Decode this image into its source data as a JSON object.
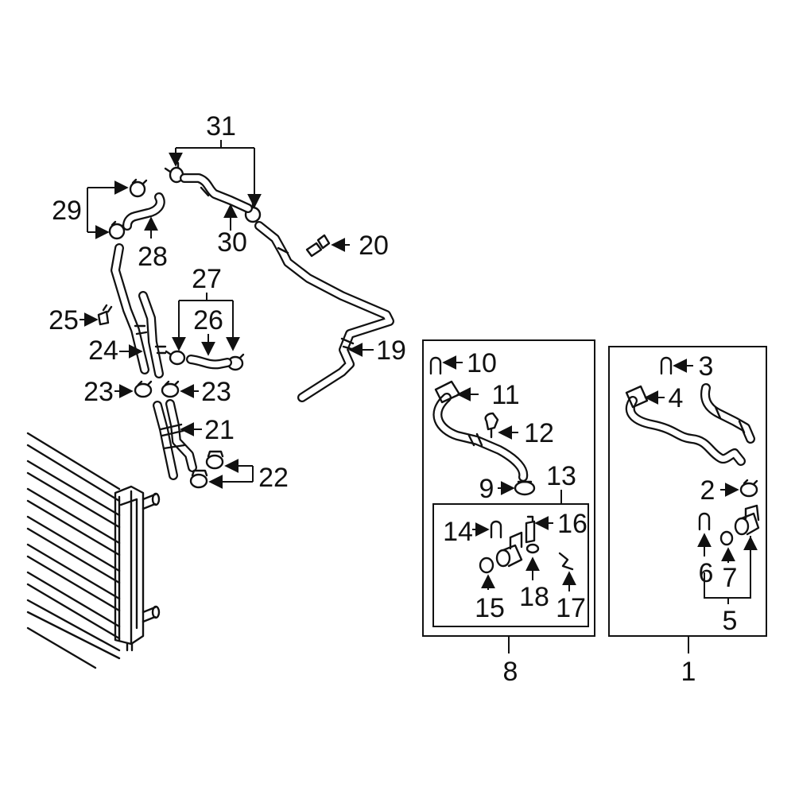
{
  "callouts": {
    "n1": "1",
    "n2": "2",
    "n3": "3",
    "n4": "4",
    "n5": "5",
    "n6": "6",
    "n7": "7",
    "n8": "8",
    "n9": "9",
    "n10": "10",
    "n11": "11",
    "n12": "12",
    "n13": "13",
    "n14": "14",
    "n15": "15",
    "n16": "16",
    "n17": "17",
    "n18": "18",
    "n19": "19",
    "n20": "20",
    "n21": "21",
    "n22": "22",
    "n23a": "23",
    "n23b": "23",
    "n24": "24",
    "n25": "25",
    "n26": "26",
    "n27": "27",
    "n28": "28",
    "n29": "29",
    "n30": "30",
    "n31": "31"
  },
  "colors": {
    "line": "#111111",
    "background": "#ffffff"
  }
}
